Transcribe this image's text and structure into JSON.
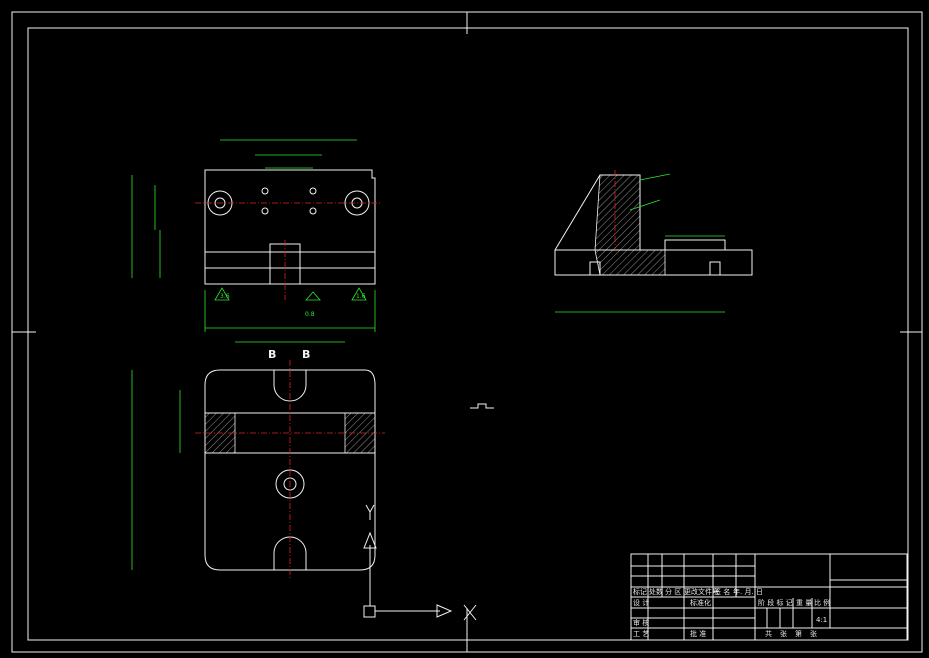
{
  "drawing": {
    "section_labels": [
      "B",
      "B"
    ],
    "axis_labels": {
      "x": "X",
      "y": "Y"
    },
    "colors": {
      "background": "#000000",
      "outline": "#f2f2f2",
      "dimension": "#2ee82e",
      "centerline": "#e02020"
    }
  },
  "title_block": {
    "row_left_a": [
      "标记",
      "处数",
      "分 区",
      "更改文件号",
      "签 名",
      "年. 月. 日"
    ],
    "row_left_b": [
      "设 计",
      "标准化"
    ],
    "row_left_c": [
      "审 核"
    ],
    "row_left_d": [
      "工 艺",
      "批 准"
    ],
    "row_right_a": [
      "阶 段 标 记",
      "重 量",
      "比 例"
    ],
    "scale": "4:1",
    "row_right_b": [
      "共",
      "张",
      "第",
      "张"
    ]
  }
}
